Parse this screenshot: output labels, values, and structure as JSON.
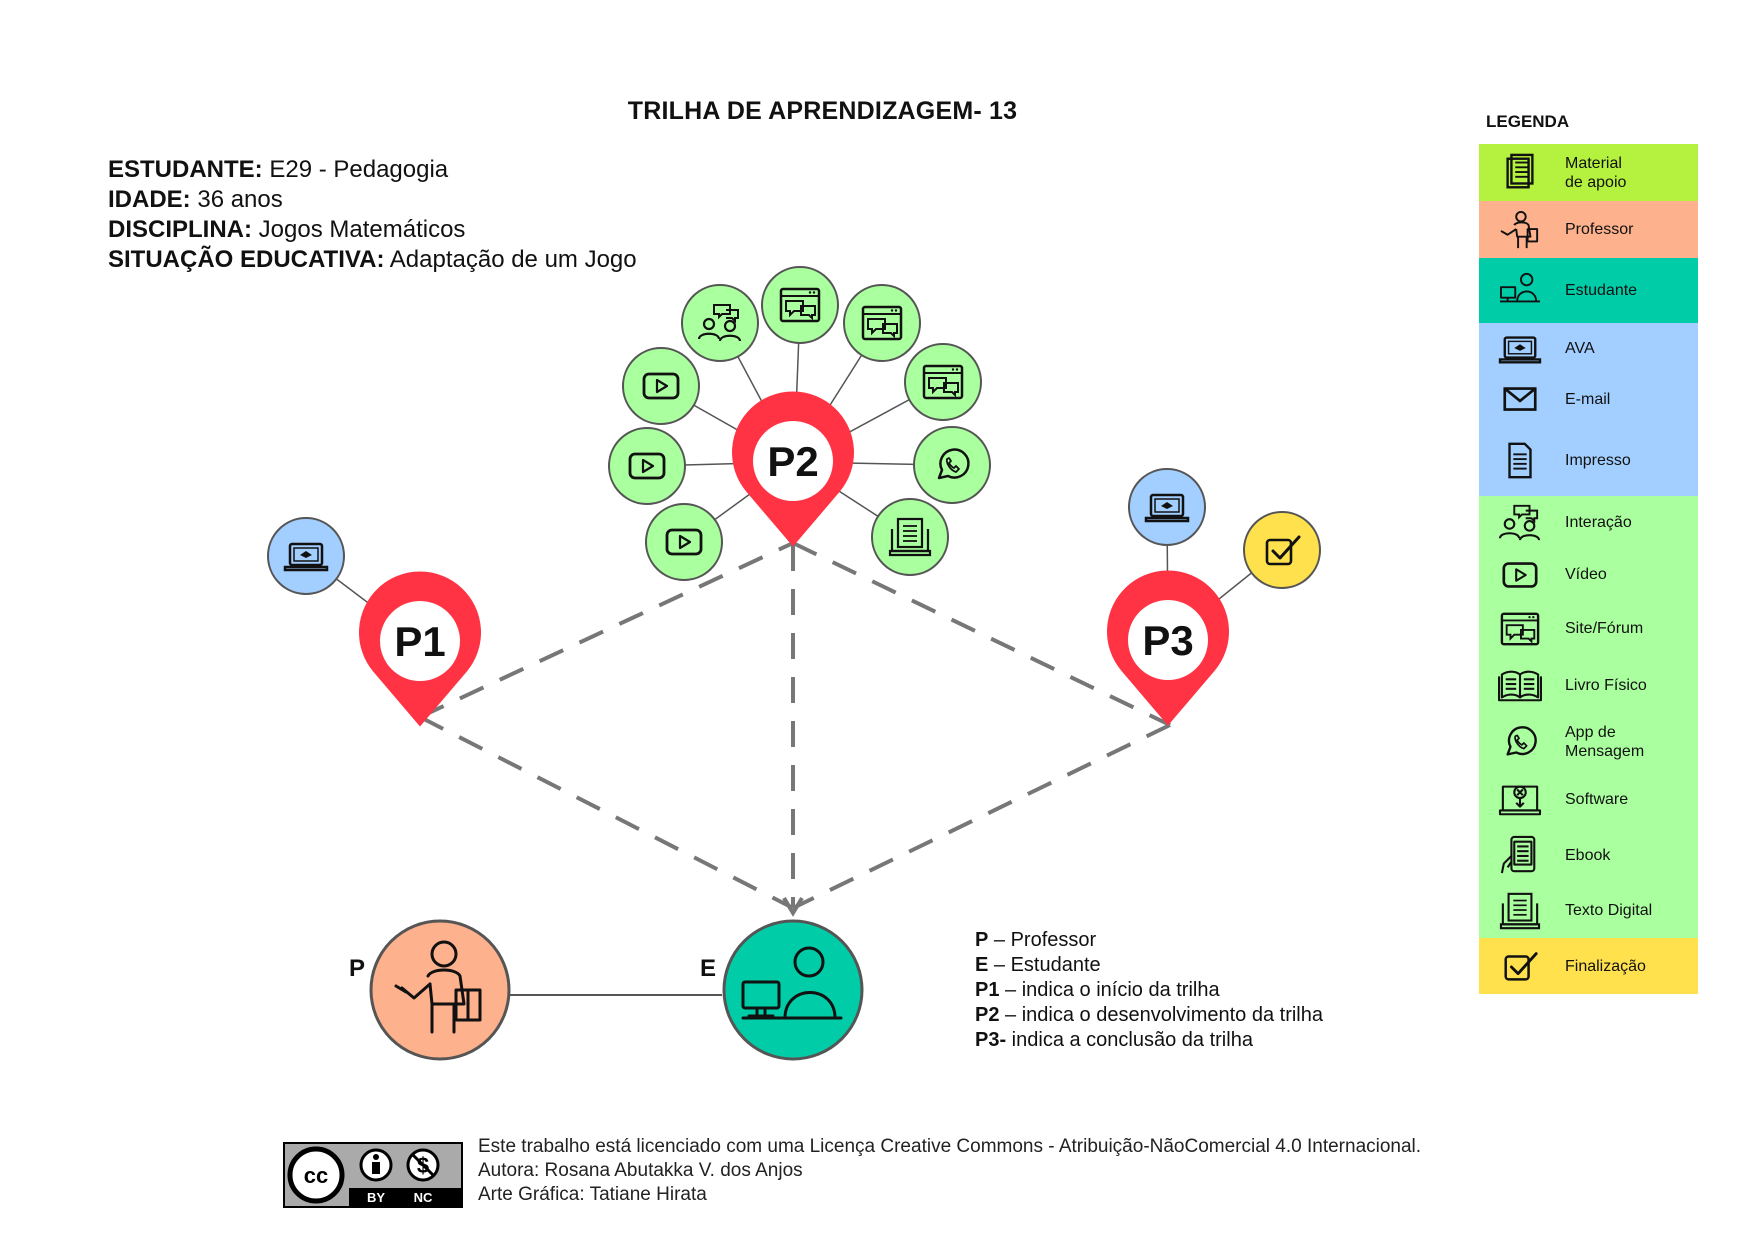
{
  "title": "TRILHA DE APRENDIZAGEM- 13",
  "info": [
    {
      "label": "ESTUDANTE:",
      "value": " E29 - Pedagogia"
    },
    {
      "label": "IDADE:",
      "value": " 36 anos"
    },
    {
      "label": "DISCIPLINA:",
      "value": " Jogos Matemáticos"
    },
    {
      "label": "SITUAÇÃO EDUCATIVA:",
      "value": " Adaptação de um Jogo"
    }
  ],
  "pins": {
    "p1": "P1",
    "p2": "P2",
    "p3": "P3"
  },
  "nodes": {
    "p_label": "P",
    "e_label": "E"
  },
  "key": [
    {
      "label": "P",
      "text": " – Professor"
    },
    {
      "label": "E",
      "text": " – Estudante"
    },
    {
      "label": "P1",
      "text": " – indica o início da trilha"
    },
    {
      "label": "P2",
      "text": " – indica o desenvolvimento da trilha"
    },
    {
      "label": "P3-",
      "text": " indica a conclusão da trilha"
    }
  ],
  "legend": {
    "title": "LEGENDA",
    "items": [
      {
        "label": "Material\nde apoio",
        "icon": "material-icon",
        "color": "#b5f23f"
      },
      {
        "label": "Professor",
        "icon": "professor-icon",
        "color": "#fdb18c"
      },
      {
        "label": "Estudante",
        "icon": "student-icon",
        "color": "#00cda8"
      },
      {
        "label": "AVA",
        "icon": "ava-icon",
        "color": "#a2cfff"
      },
      {
        "label": "E-mail",
        "icon": "email-icon",
        "color": "#a2cfff"
      },
      {
        "label": "Impresso",
        "icon": "print-icon",
        "color": "#a2cfff"
      },
      {
        "label": "Interação",
        "icon": "interaction-icon",
        "color": "#aaff9e"
      },
      {
        "label": "Vídeo",
        "icon": "video-icon",
        "color": "#aaff9e"
      },
      {
        "label": "Site/Fórum",
        "icon": "forum-icon",
        "color": "#aaff9e"
      },
      {
        "label": "Livro Físico",
        "icon": "book-icon",
        "color": "#aaff9e"
      },
      {
        "label": "App de\nMensagem",
        "icon": "whatsapp-icon",
        "color": "#aaff9e"
      },
      {
        "label": "Software",
        "icon": "software-icon",
        "color": "#aaff9e"
      },
      {
        "label": "Ebook",
        "icon": "ebook-icon",
        "color": "#aaff9e"
      },
      {
        "label": "Texto Digital",
        "icon": "digital-text-icon",
        "color": "#aaff9e"
      },
      {
        "label": "Finalização",
        "icon": "check-icon",
        "color": "#ffe14d"
      }
    ]
  },
  "license": {
    "line1": "Este trabalho está licenciado com uma Licença Creative Commons - Atribuição-NãoComercial 4.0 Internacional.",
    "line2": "Autora: Rosana Abutakka V. dos Anjos",
    "line3": "Arte Gráfica: Tatiane Hirata",
    "badge_by": "BY",
    "badge_nc": "NC"
  },
  "colors": {
    "pin": "#ff3344",
    "blue": "#a2cfff",
    "green": "#aaff9e",
    "yellow": "#ffe14d",
    "professor": "#fdb18c",
    "student": "#00cda8",
    "dashed": "#777777"
  }
}
